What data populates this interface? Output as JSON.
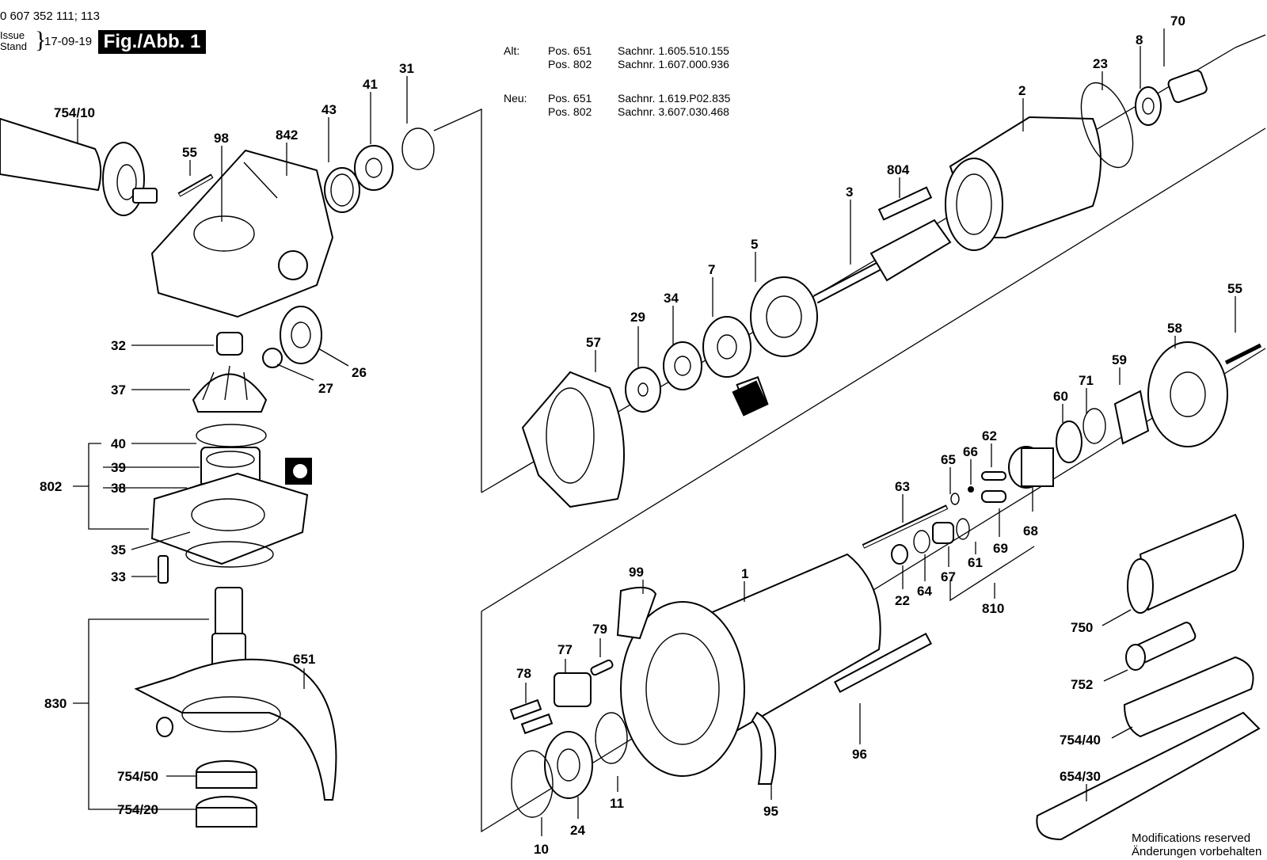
{
  "header": {
    "code": "0 607 352 111; 113",
    "issue_en": "Issue",
    "issue_de": "Stand",
    "date": "17-09-19",
    "figure": "Fig./Abb. 1"
  },
  "notes": {
    "alt_label": "Alt:",
    "neu_label": "Neu:",
    "alt": [
      {
        "pos": "Pos. 651",
        "sachnr": "Sachnr. 1.605.510.155"
      },
      {
        "pos": "Pos. 802",
        "sachnr": "Sachnr. 1.607.000.936"
      }
    ],
    "neu": [
      {
        "pos": "Pos. 651",
        "sachnr": "Sachnr. 1.619.P02.835"
      },
      {
        "pos": "Pos. 802",
        "sachnr": "Sachnr. 3.607.030.468"
      }
    ]
  },
  "footer": {
    "line1": "Modifications reserved",
    "line2": "Änderungen vorbehalten"
  },
  "labels": {
    "p754_10": "754/10",
    "p55a": "55",
    "p98": "98",
    "p842": "842",
    "p43": "43",
    "p41": "41",
    "p31": "31",
    "p32": "32",
    "p26": "26",
    "p27": "27",
    "p37": "37",
    "p40": "40",
    "p39": "39",
    "p802": "802",
    "p38": "38",
    "p35": "35",
    "p33": "33",
    "p830": "830",
    "p651": "651",
    "p754_50": "754/50",
    "p754_20": "754/20",
    "p70": "70",
    "p8": "8",
    "p23": "23",
    "p2": "2",
    "p804": "804",
    "p3": "3",
    "p5": "5",
    "p7": "7",
    "p34": "34",
    "p29": "29",
    "p57": "57",
    "p55b": "55",
    "p58": "58",
    "p59": "59",
    "p71": "71",
    "p60": "60",
    "p62": "62",
    "p66": "66",
    "p65": "65",
    "p63": "63",
    "p68": "68",
    "p69": "69",
    "p61": "61",
    "p67": "67",
    "p64": "64",
    "p22": "22",
    "p810": "810",
    "p1": "1",
    "p99": "99",
    "p79": "79",
    "p77": "77",
    "p78": "78",
    "p96": "96",
    "p95": "95",
    "p11": "11",
    "p24": "24",
    "p10": "10",
    "p750": "750",
    "p752": "752",
    "p754_40": "754/40",
    "p654_30": "654/30"
  }
}
